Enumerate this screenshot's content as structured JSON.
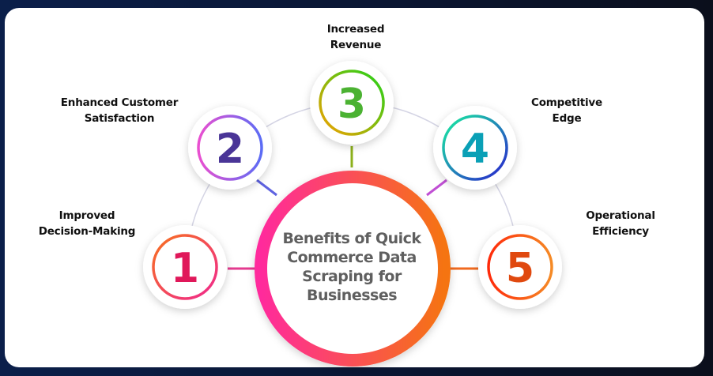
{
  "title": "Benefits of Quick Commerce Data Scraping for Businesses",
  "benefits": [
    {
      "number": "1",
      "line1": "Improved",
      "line2": "Decision-Making",
      "color": "#e0185a"
    },
    {
      "number": "2",
      "line1": "Enhanced Customer",
      "line2": "Satisfaction",
      "color": "#4a3597"
    },
    {
      "number": "3",
      "line1": "Increased",
      "line2": "Revenue",
      "color": "#4bb232"
    },
    {
      "number": "4",
      "line1": "Competitive",
      "line2": "Edge",
      "color": "#0aa0b6"
    },
    {
      "number": "5",
      "line1": "Operational",
      "line2": "Efficiency",
      "color": "#e0490f"
    }
  ]
}
